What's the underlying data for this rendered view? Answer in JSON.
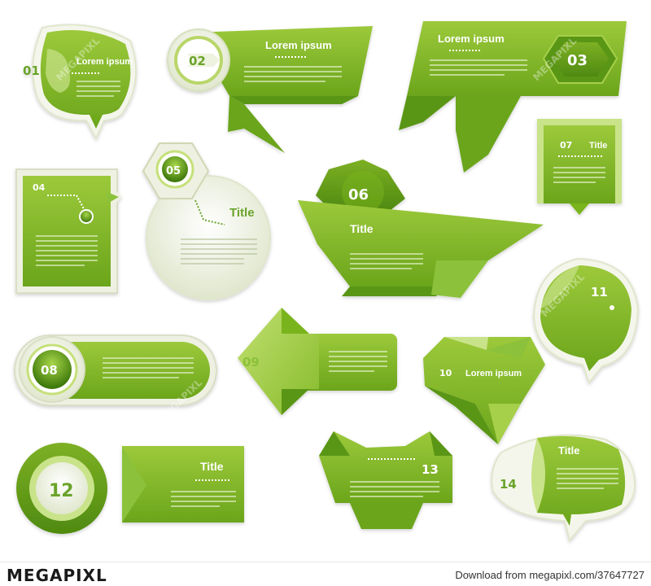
{
  "colors": {
    "green_dark": "#4f8a10",
    "green_mid": "#7ab41e",
    "green_light": "#a6d04a",
    "green_pale": "#c9e38a",
    "number_green": "#6aa32a",
    "panel_gray": "#e8ecd8"
  },
  "badges": {
    "n01": "01",
    "n02": "02",
    "n03": "03",
    "n04": "04",
    "n05": "05",
    "n06": "06",
    "n07": "07",
    "n08": "08",
    "n09": "09",
    "n10": "10",
    "n11": "11",
    "n12": "12",
    "n13": "13",
    "n14": "14"
  },
  "labels": {
    "lorem": "Lorem ipsum",
    "title": "Title"
  },
  "watermark": "MEGAPIXL",
  "footer": {
    "brand": "MEGAPIXL",
    "download": "Download from megapixl.com/37647727"
  }
}
